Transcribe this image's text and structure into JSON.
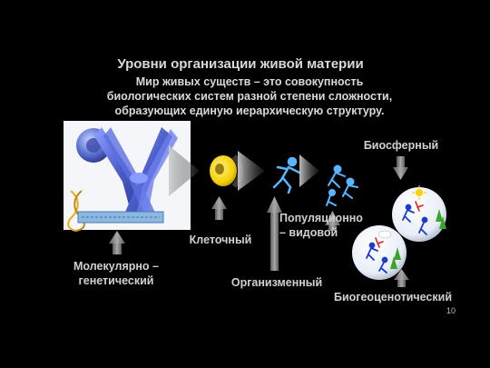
{
  "title": "Уровни организации живой материи",
  "subtitle_lines": [
    "Мир живых существ – это совокупность",
    "биологических систем разной степени сложности,",
    "образующих единую иерархическую структуру."
  ],
  "levels": {
    "molecular": [
      "Молекулярно –",
      "генетический"
    ],
    "cellular": "Клеточный",
    "organism": "Организменный",
    "population": [
      "Популяционно",
      "– видовой"
    ],
    "biosphere": "Биосферный",
    "biogeocenotic": "Биогеоценотический"
  },
  "page_number": "10",
  "colors": {
    "arrow": "#8a8a8a",
    "text": "#d0d0d0",
    "chromosome": "#4a5fc8",
    "cell_yellow": "#f2d20a"
  }
}
